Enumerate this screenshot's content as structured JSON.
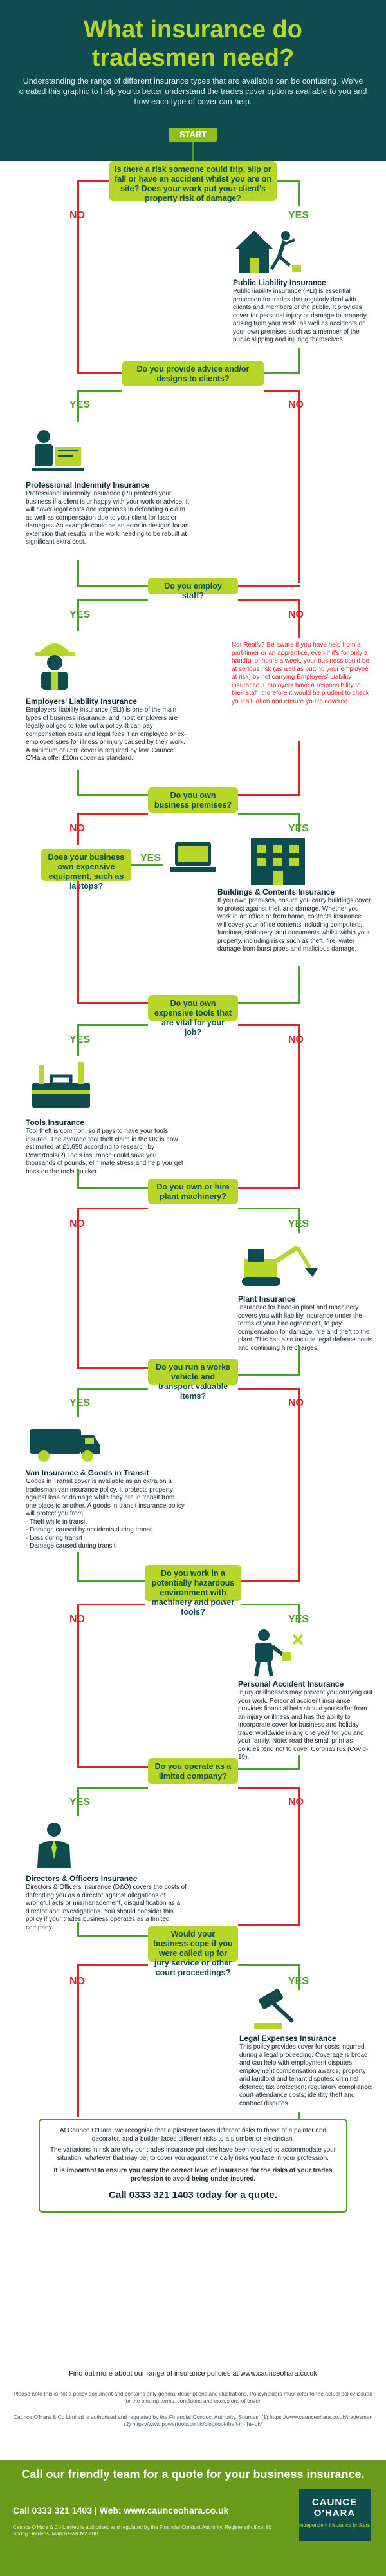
{
  "header": {
    "title": "What insurance do tradesmen need?",
    "intro": "Understanding the range of different insurance types that are available can be confusing. We've created this graphic to help you to better understand the trades cover options available to you and how each type of cover can help.",
    "start": "START"
  },
  "labels": {
    "yes": "YES",
    "no": "NO"
  },
  "steps": {
    "q1": "Is there a risk someone could trip, slip or fall or have an accident whilst you are on site? Does your work put your client's property risk of damage?",
    "public_head": "Public Liability Insurance",
    "public_body": "Public liability insurance (PLI) is essential protection for trades that regularly deal with clients and members of the public. It provides cover for personal injury or damage to property arising from your work, as well as accidents on your own premises such as a member of the public slipping and injuring themselves.",
    "q2": "Do you provide advice and/or designs to clients?",
    "pi_head": "Professional Indemnity Insurance",
    "pi_body": "Professional indemnity insurance (PI) protects your business if a client is unhappy with your work or advice. It will cover legal costs and expenses in defending a claim as well as compensation due to your client for loss or damages. An example could be an error in designs for an extension that results in the work needing to be rebuilt at significant extra cost.",
    "q3": "Do you employ staff?",
    "el_head": "Employers' Liability Insurance",
    "el_body": "Employers' liability insurance (ELI) is one of the main types of business insurance, and most employers are legally obliged to take out a policy. It can pay compensation costs and legal fees if an employee or ex-employee sues for illness or injury caused by their work. A minimum of £5m cover is required by law. Caunce O'Hara offer £10m cover as standard.",
    "el_note": "Not Really? Be aware if you have help from a part-timer or an apprentice, even if it's for only a handful of hours a week, your business could be at serious risk (as well as putting your employee at risk) by not carrying Employers' Liability insurance. Employers have a responsibility to their staff, therefore it would be prudent to check your situation and ensure you're covered.",
    "q4": "Do you own business premises?",
    "q4b": "Does your business own expensive equipment, such as laptops?",
    "bc_head": "Buildings & Contents Insurance",
    "bc_body": "If you own premises, ensure you carry buildings cover to protect against theft and damage. Whether you work in an office or from home, contents insurance will cover your office contents including computers, furniture, stationery, and documents whilst within your property, including risks such as theft, fire, water damage from burst pipes and malicious damage.",
    "q5": "Do you own expensive tools that are vital for your job?",
    "tools_head": "Tools Insurance",
    "tools_body": "Tool theft is common, so it pays to have your tools insured. The average tool theft claim in the UK is now estimated at £1,650 according to research by Powertools(?) Tools insurance could save you thousands of pounds, eliminate stress and help you get back on the tools quicker.",
    "q6": "Do you own or hire plant machinery?",
    "plant_head": "Plant Insurance",
    "plant_body": "Insurance for hired-in plant and machinery covers you with liability insurance under the terms of your hire agreement, to pay compensation for damage, fire and theft to the plant. This can also include legal defence costs and continuing hire charges.",
    "q7": "Do you run a works vehicle and transport valuable items?",
    "van_head": "Van Insurance & Goods in Transit",
    "van_body": "Goods in Transit cover is available as an extra on a tradesman van insurance policy. It protects property against loss or damage while they are in transit from one place to another. A goods in transit insurance policy will protect you from:\n- Theft while in transit\n- Damage caused by accidents during transit\n- Loss during transit\n- Damage caused during transit",
    "q8": "Do you work in a potentially hazardous environment with machinery and power tools?",
    "pa_head": "Personal Accident Insurance",
    "pa_body": "Injury or illnesses may prevent you carrying out your work. Personal accident insurance provides financial help should you suffer from an injury or illness and has the ability to incorporate cover for business and holiday travel worldwide in any one year for you and your family. Note: read the small print as policies tend not to cover Coronavirus (Covid-19).",
    "q9": "Do you operate as a limited company?",
    "do_head": "Directors & Officers Insurance",
    "do_body": "Directors & Officers insurance (D&O) covers the costs of defending you as a director against allegations of wrongful acts or mismanagement, disqualification as a director and investigations. You should consider this policy if your trades business operates as a limited company.",
    "q10": "Would your business cope if you were called up for jury service or other court proceedings?",
    "le_head": "Legal Expenses Insurance",
    "le_body": "This policy provides cover for costs incurred during a legal proceeding. Coverage is broad and can help with employment disputes; employment compensation awards; property and landlord and tenant disputes; criminal defence; tax protection; regulatory compliance; court attendance costs; identity theft and contract disputes."
  },
  "final": {
    "p1": "At Caunce O'Hara, we recognise that a plasterer faces different risks to those of a painter and decorator, and a builder faces different risks to a plumber or electrician.",
    "p2": "The variations in risk are why our trades insurance policies have been created to accommodate your situation, whatever that may be, to cover you against the daily risks you face in your profession.",
    "p3": "It is important to ensure you carry the correct level of insurance for the risks of your trades profession to avoid being under-insured.",
    "call": "Call 0333 321 1403 today for a quote."
  },
  "footer": {
    "more": "Find out more about our range of insurance policies at www.caunceohara.co.uk",
    "disclaimer": "Please note this is not a policy document and contains only general descriptions and illustrations. Policyholders must refer to the actual policy issued for the binding terms, conditions and exclusions of cover.",
    "sources": "Caunce O'Hara & Co Limited is authorised and regulated by the Financial Conduct Authority. Sources: (1) https://www.caunceohara.co.uk/tradesmen (2) https://www.powertools.co.uk/blog/tool-theft-in-the-uk/",
    "cta": "Call our friendly team for a quote for your business insurance.",
    "phone_line": "Call 0333 321 1403 | Web: www.caunceohara.co.uk",
    "small": "Caunce O'Hara & Co Limited is authorised and regulated by the Financial Conduct Authority. Registered office: 85 Spring Gardens, Manchester M2 2BB.",
    "logo_line1": "CAUNCE",
    "logo_line2": "O'HARA",
    "logo_tag": "Independent insurance brokers"
  },
  "colors": {
    "dark_teal": "#0f4c4f",
    "lime": "#b6d62a",
    "green": "#4aa12a",
    "red": "#d9262c",
    "footer_green": "#6a9a1a"
  },
  "icons": [
    "house-slip-icon",
    "architect-icon",
    "worker-hardhat-icon",
    "office-building-icon",
    "laptop-icon",
    "toolbox-icon",
    "digger-icon",
    "van-icon",
    "injured-worker-icon",
    "director-icon",
    "gavel-icon"
  ]
}
